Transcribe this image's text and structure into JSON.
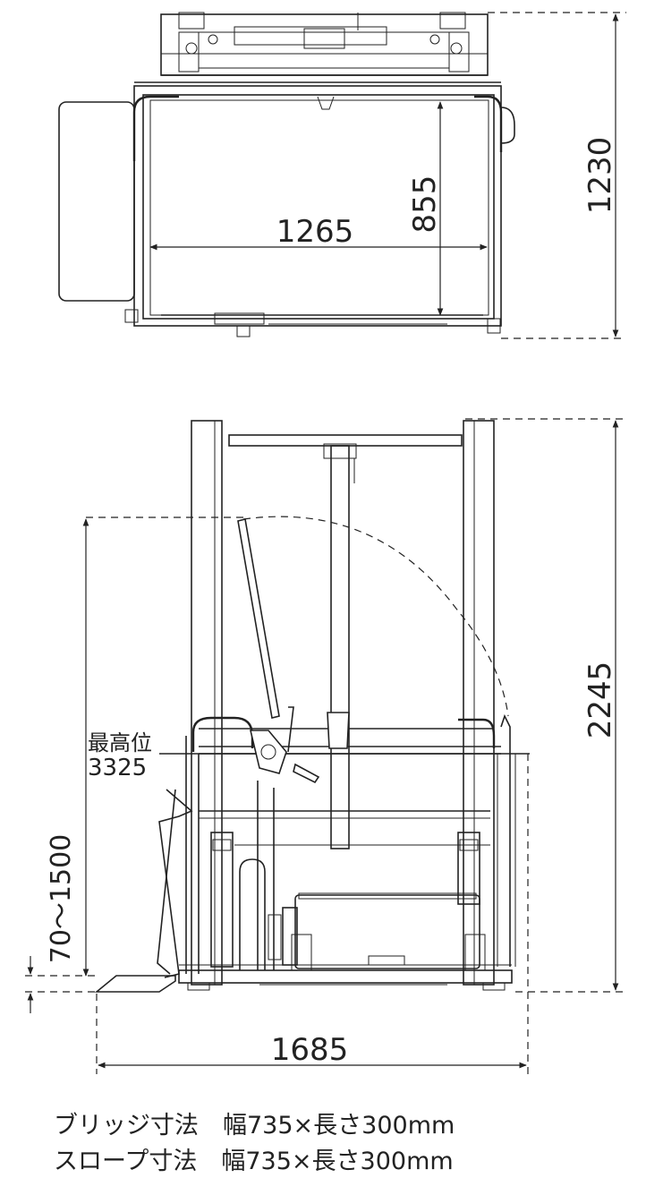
{
  "top_view": {
    "width_label": "1265",
    "depth_label": "855",
    "overall_depth_label": "1230"
  },
  "side_view": {
    "overall_height_label": "2245",
    "max_position_label_1": "最高位",
    "max_position_label_2": "3325",
    "lift_range_label": "70～1500",
    "overall_length_label": "1685"
  },
  "notes": [
    "ブリッジ寸法　幅735×長さ300mm",
    "スロープ寸法　幅735×長さ300mm"
  ]
}
